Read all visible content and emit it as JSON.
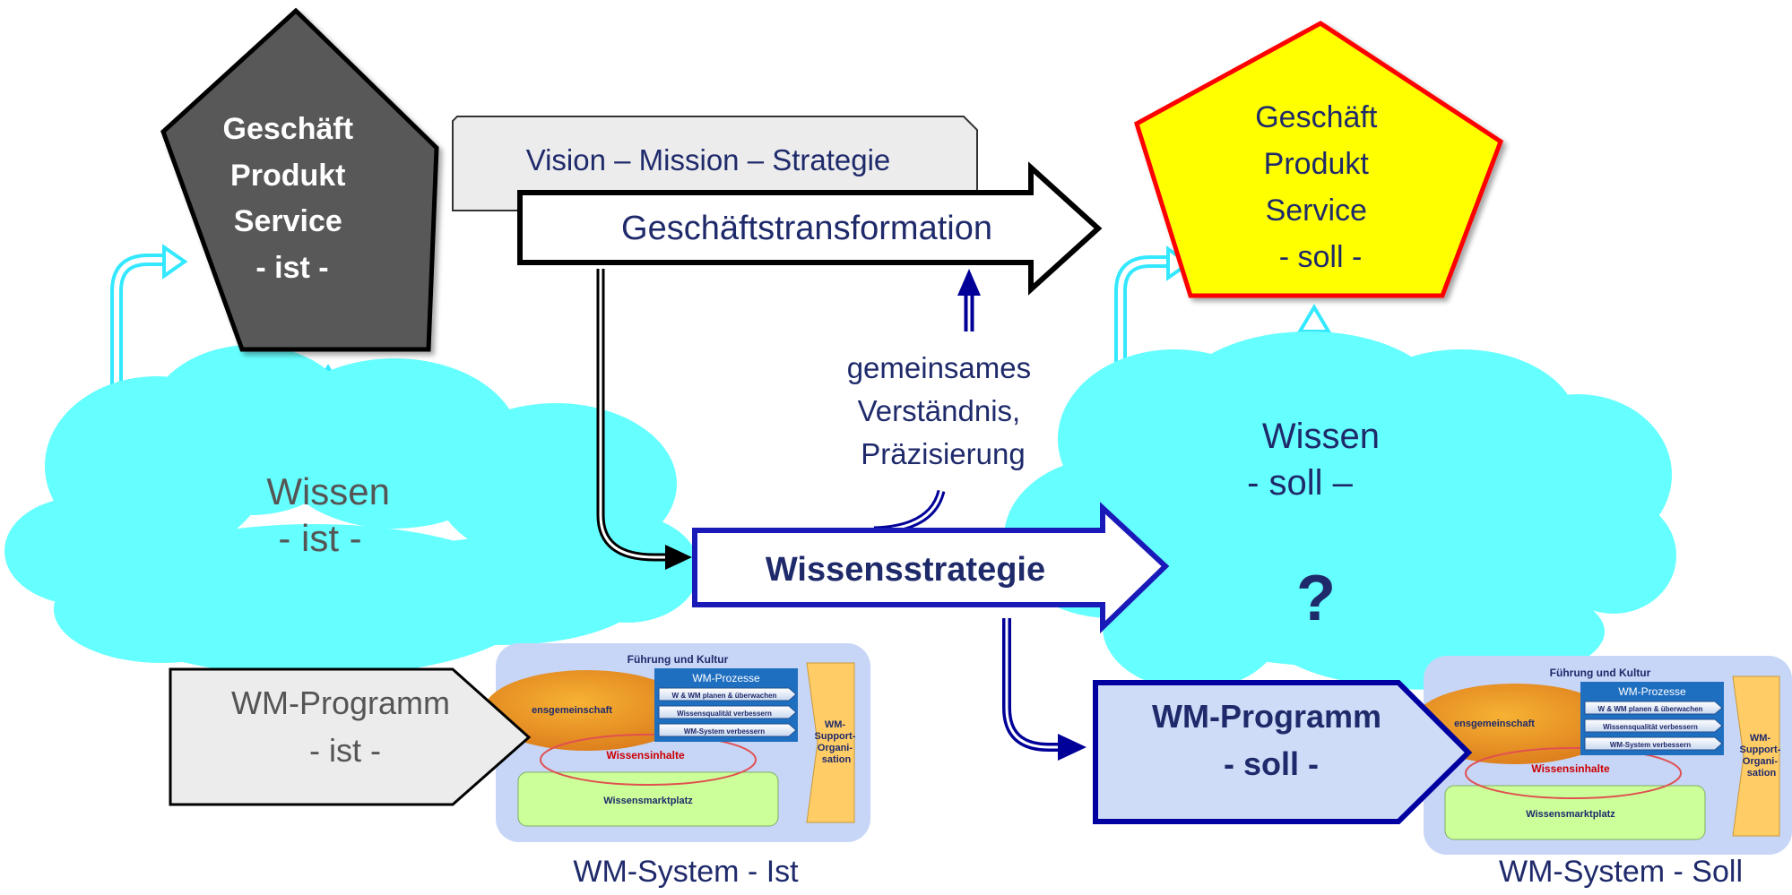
{
  "ist_business": {
    "line1": "Geschäft",
    "line2": "Produkt",
    "line3": "Service",
    "line4": "- ist -"
  },
  "soll_business": {
    "line1": "Geschäft",
    "line2": "Produkt",
    "line3": "Service",
    "line4": "- soll -"
  },
  "vision_box": {
    "label": "Vision – Mission – Strategie"
  },
  "transformation_arrow": {
    "label": "Geschäftstransformation"
  },
  "common_understanding": {
    "line1": "gemeinsames",
    "line2": "Verständnis,",
    "line3": "Präzisierung"
  },
  "knowledge_ist": {
    "line1": "Wissen",
    "line2": "- ist -"
  },
  "knowledge_soll": {
    "line1": "Wissen",
    "line2": "- soll –",
    "question": "?"
  },
  "knowledge_strategy": {
    "label": "Wissensstrategie"
  },
  "wm_program_ist": {
    "line1": "WM-Programm",
    "line2": "- ist -"
  },
  "wm_program_soll": {
    "line1": "WM-Programm",
    "line2": "- soll -"
  },
  "wm_system_ist": {
    "caption": "WM-System - Ist",
    "top_label": "Führung und Kultur",
    "process_header": "WM-Prozesse",
    "processes": [
      "W & WM planen & überwachen",
      "Wissensqualität verbessern",
      "WM-System verbessern"
    ],
    "community": "ensgemeinschaft",
    "content": "Wissensinhalte",
    "marketplace": "Wissensmarktplatz",
    "support": [
      "WM-",
      "Support-",
      "Organi-",
      "sation"
    ]
  },
  "wm_system_soll": {
    "caption": "WM-System - Soll",
    "top_label": "Führung und Kultur",
    "process_header": "WM-Prozesse",
    "processes": [
      "W & WM planen & überwachen",
      "Wissensqualität verbessern",
      "WM-System verbessern"
    ],
    "community": "ensgemeinschaft",
    "content": "Wissensinhalte",
    "marketplace": "Wissensmarktplatz",
    "support": [
      "WM-",
      "Support-",
      "Organi-",
      "sation"
    ]
  },
  "colors": {
    "cloud": "#66ffff",
    "cyan_arrow": "#33e8ff",
    "dark_pentagon": "#595959",
    "yellow_pentagon": "#ffff00",
    "red_outline": "#ff0000",
    "navy": "#000099",
    "navy_text": "#1f2a6b",
    "panel_bg": "#c7d5f7",
    "process_blue": "#1f6fc1",
    "support_orange": "#ffcc66",
    "community_orange": "#f39a1e",
    "marketplace_green": "#ccff99"
  }
}
